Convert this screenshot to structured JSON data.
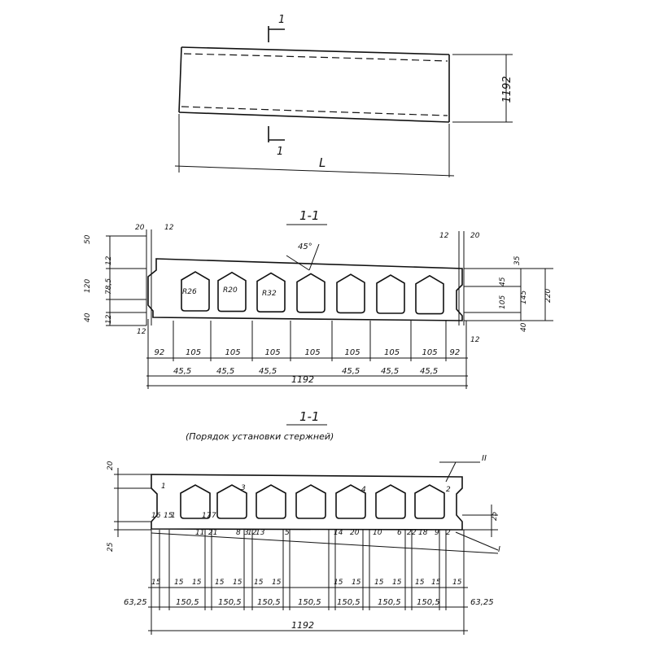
{
  "plan": {
    "section_mark_top": "1",
    "section_mark_bottom": "1",
    "width_label": "1192",
    "length_label": "L"
  },
  "section_a": {
    "title": "1-1",
    "left_dims": [
      "20",
      "12",
      "50",
      "12",
      "120",
      "78,5",
      "40",
      "12",
      "12"
    ],
    "right_dims": [
      "12",
      "20",
      "35",
      "105",
      "45",
      "145",
      "220",
      "40",
      "12"
    ],
    "radii": [
      "R26",
      "R20",
      "R32"
    ],
    "angle": "45°",
    "span_dims": [
      "92",
      "105",
      "105",
      "105",
      "105",
      "105",
      "105",
      "105",
      "92"
    ],
    "bevel_dims": [
      "45,5",
      "45,5",
      "45,5",
      "45,5",
      "45,5",
      "45,5"
    ],
    "total": "1192"
  },
  "section_b": {
    "title": "1-1",
    "subtitle": "(Порядок установки стержней)",
    "marks_top": [
      "II",
      "1",
      "3",
      "4",
      "2"
    ],
    "marks_bottom": [
      "I",
      "15",
      "16",
      "1",
      "17",
      "7",
      "3",
      "13",
      "11",
      "21",
      "8",
      "12",
      "5",
      "14",
      "20",
      "10",
      "6",
      "22",
      "18",
      "9",
      "2"
    ],
    "left_dims": [
      "20",
      "25"
    ],
    "right_dims": [
      "25"
    ],
    "small_dims": [
      "15",
      "15",
      "15",
      "15",
      "15",
      "15",
      "15",
      "15",
      "15",
      "15",
      "15",
      "15",
      "15",
      "15"
    ],
    "pitch_dims": [
      "63,25",
      "150,5",
      "150,5",
      "150,5",
      "150,5",
      "150,5",
      "150,5",
      "150,5",
      "63,25"
    ],
    "total": "1192"
  }
}
